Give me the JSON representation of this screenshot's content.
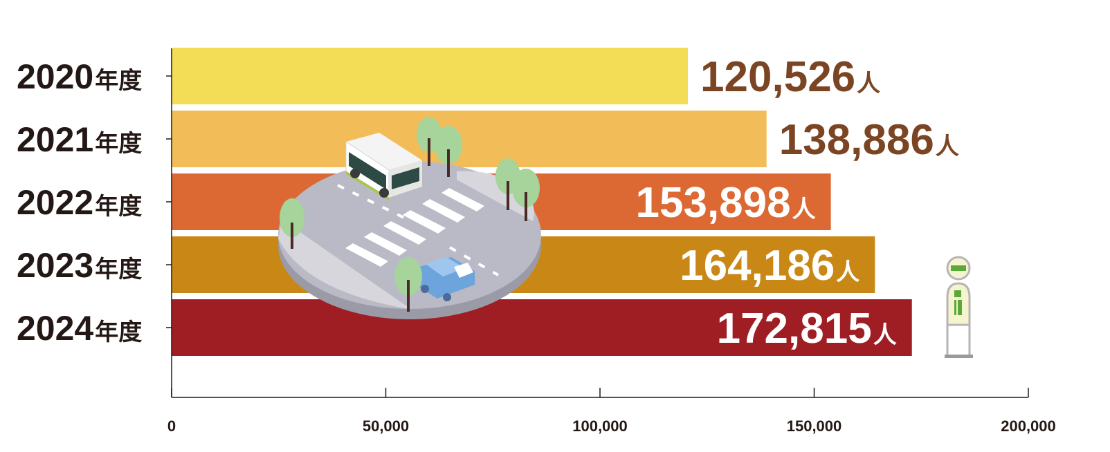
{
  "chart_data": {
    "type": "bar",
    "orientation": "horizontal",
    "categories": [
      "2020年度",
      "2021年度",
      "2022年度",
      "2023年度",
      "2024年度"
    ],
    "values": [
      120526,
      138886,
      153898,
      164186,
      172815
    ],
    "value_labels": [
      "120,526",
      "138,886",
      "153,898",
      "164,186",
      "172,815"
    ],
    "value_unit": "人",
    "bar_colors": [
      "#f3dc56",
      "#f2bd58",
      "#dc6833",
      "#c98816",
      "#9e1e23"
    ],
    "value_label_colors": [
      "#7b4524",
      "#7b4524",
      "#ffffff",
      "#ffffff",
      "#ffffff"
    ],
    "x_ticks": [
      0,
      50000,
      100000,
      150000,
      200000
    ],
    "x_tick_labels": [
      "0",
      "50,000",
      "100,000",
      "150,000",
      "200,000"
    ],
    "xlim": [
      0,
      200000
    ],
    "title": "",
    "xlabel": "",
    "ylabel": "",
    "grid": false,
    "legend": "none",
    "illustration": [
      "crosswalk-road-icon",
      "bus-icon",
      "car-icon",
      "tree-icon",
      "bus-stop-icon"
    ]
  }
}
